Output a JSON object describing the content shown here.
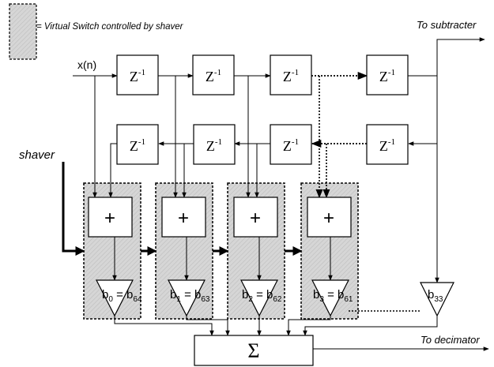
{
  "legend": {
    "text": "= Virtual Switch controlled by shaver"
  },
  "labels": {
    "input": "x(n)",
    "shaver": "shaver",
    "to_subtracter": "To subtracter",
    "to_decimator": "To decimator"
  },
  "delay": {
    "base": "Z",
    "exp": "-1"
  },
  "adder": {
    "symbol": "+"
  },
  "summer": {
    "symbol": "Σ"
  },
  "coefficients": [
    {
      "b1": "0",
      "b2": "64"
    },
    {
      "b1": "1",
      "b2": "63"
    },
    {
      "b1": "2",
      "b2": "62"
    },
    {
      "b1": "3",
      "b2": "61"
    }
  ],
  "center_coefficient": {
    "sub": "33"
  },
  "colors": {
    "switch_fill": "#d4d4d4",
    "line": "#000000"
  }
}
